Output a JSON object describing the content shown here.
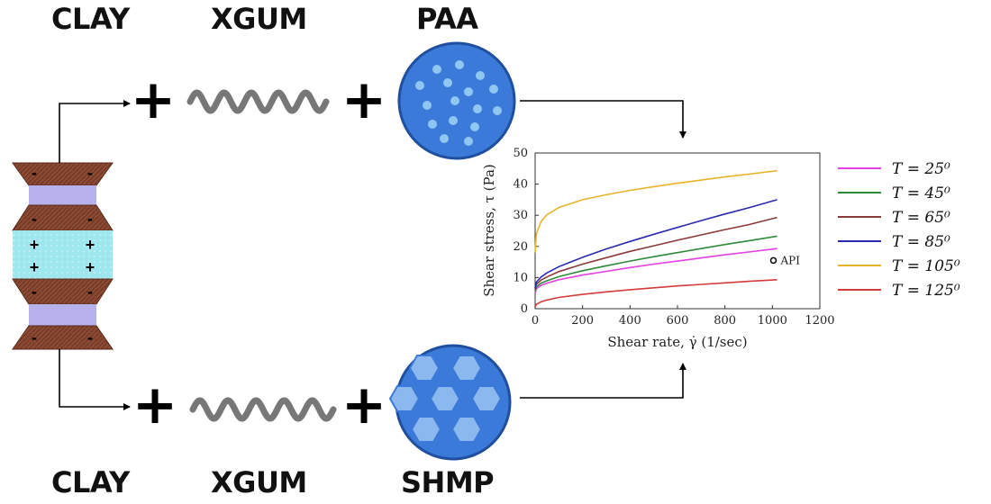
{
  "labels": {
    "top": [
      "CLAY",
      "XGUM",
      "PAA"
    ],
    "bottom": [
      "CLAY",
      "XGUM",
      "SHMP"
    ]
  },
  "operators": {
    "plus": "+",
    "clay_negative": "-",
    "clay_positive": "+"
  },
  "colors": {
    "clay_brown": "#8b4a33",
    "clay_lavender": "#b7b2ee",
    "clay_cyan": "#9fe7ee",
    "polymer_blue": "#3b7ad8",
    "xgum_gray": "#777777"
  },
  "chart_data": {
    "type": "line",
    "xlabel": "Shear rate, γ̇ (1/sec)",
    "ylabel": "Shear stress, τ (Pa)",
    "xlim": [
      0,
      1200
    ],
    "ylim": [
      0,
      50
    ],
    "xticks": [
      "0",
      "200",
      "400",
      "600",
      "800",
      "1000",
      "1200"
    ],
    "yticks": [
      "0",
      "10",
      "20",
      "30",
      "40",
      "50"
    ],
    "grid": false,
    "legend_position": "right",
    "x": [
      0,
      5,
      25,
      50,
      100,
      200,
      300,
      400,
      500,
      600,
      700,
      800,
      900,
      1020
    ],
    "series": [
      {
        "name": "T = 25⁰",
        "color": "#e33fe3",
        "values": [
          5.0,
          6.4,
          7.5,
          8.2,
          9.3,
          10.8,
          12.0,
          13.2,
          14.3,
          15.3,
          16.3,
          17.3,
          18.2,
          19.3
        ]
      },
      {
        "name": "T = 45⁰",
        "color": "#2e8b3a",
        "values": [
          5.5,
          7.0,
          8.2,
          9.0,
          10.3,
          12.2,
          13.8,
          15.3,
          16.7,
          18.0,
          19.3,
          20.6,
          21.8,
          23.3
        ]
      },
      {
        "name": "T = 65⁰",
        "color": "#8b3a3a",
        "values": [
          6.0,
          7.8,
          9.2,
          10.2,
          11.9,
          14.3,
          16.4,
          18.4,
          20.2,
          22.0,
          23.7,
          25.4,
          27.0,
          29.3
        ]
      },
      {
        "name": "T = 85⁰",
        "color": "#2a2ab0",
        "values": [
          6.5,
          8.5,
          10.2,
          11.5,
          13.5,
          16.5,
          19.2,
          21.6,
          23.9,
          26.1,
          28.3,
          30.4,
          32.4,
          35.0
        ]
      },
      {
        "name": "T = 105⁰",
        "color": "#e8b32a",
        "values": [
          18.0,
          24.0,
          28.0,
          30.2,
          32.5,
          35.0,
          36.6,
          38.0,
          39.2,
          40.3,
          41.3,
          42.3,
          43.2,
          44.3
        ]
      },
      {
        "name": "T = 125⁰",
        "color": "#d43b3b",
        "values": [
          0.5,
          1.4,
          2.2,
          2.8,
          3.6,
          4.6,
          5.4,
          6.1,
          6.7,
          7.3,
          7.8,
          8.3,
          8.8,
          9.3
        ]
      }
    ],
    "annotations": [
      {
        "text": "API",
        "x": 1050,
        "y": 15.5
      }
    ]
  }
}
